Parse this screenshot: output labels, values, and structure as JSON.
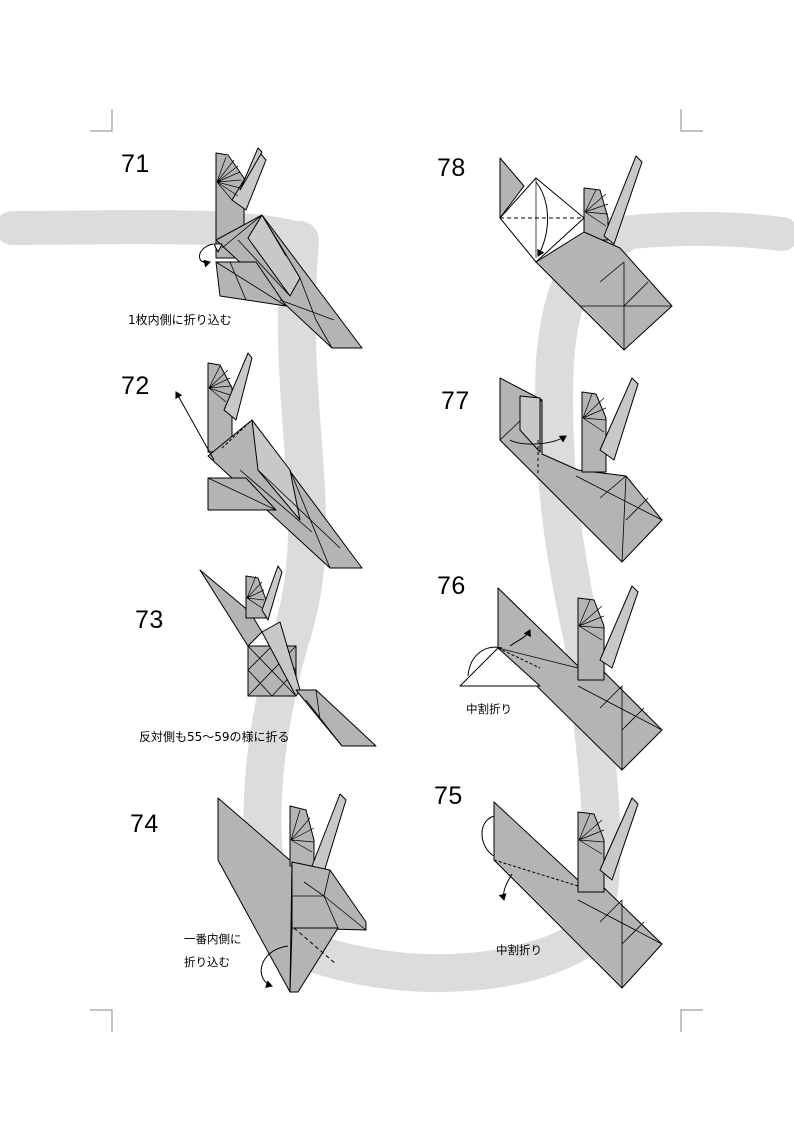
{
  "steps": [
    {
      "number": "71",
      "caption": "1枚内側に折り込む"
    },
    {
      "number": "72",
      "caption": ""
    },
    {
      "number": "73",
      "caption": "反対側も55～59の様に折る"
    },
    {
      "number": "74",
      "caption_line1": "一番内側に",
      "caption_line2": "折り込む"
    },
    {
      "number": "75",
      "caption": "中割折り"
    },
    {
      "number": "76",
      "caption": "中割折り"
    },
    {
      "number": "77",
      "caption": ""
    },
    {
      "number": "78",
      "caption": ""
    }
  ],
  "colors": {
    "paper": "#b4b4b4",
    "paper_light": "#c8c8c8",
    "guide_path": "#dcdcdc",
    "line": "#000000",
    "crop_marks": "#888888"
  }
}
